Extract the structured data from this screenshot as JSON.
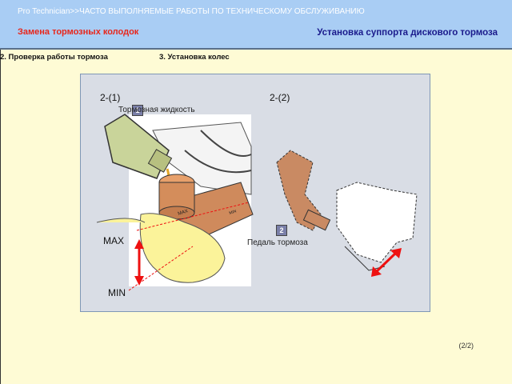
{
  "header": {
    "breadcrumb": "Pro Technician>>ЧАСТО ВЫПОЛНЯЕМЫЕ РАБОТЫ ПО ТЕХНИЧЕСКОМУ ОБСЛУЖИВАНИЮ",
    "subtitle": "Замена тормозных колодок",
    "page_heading": "Установка суппорта дискового тормоза",
    "accent_color": "#e8261b",
    "header_bg": "#a9cdf4"
  },
  "steps": [
    {
      "label": "2. Проверка работы тормоза"
    },
    {
      "label": "3. Установка колес"
    }
  ],
  "figure": {
    "left_caption": "2-(1)",
    "right_caption": "2-(2)",
    "callout_1_number": "1",
    "callout_1_label": "Тормозная жидкость",
    "callout_2_number": "2",
    "callout_2_label": "Педаль тормоза",
    "max_label": "MAX",
    "min_label": "MIN",
    "reservoir_max": "MAX",
    "reservoir_min": "MIN"
  },
  "footer": {
    "page_indicator": "(2/2)"
  }
}
